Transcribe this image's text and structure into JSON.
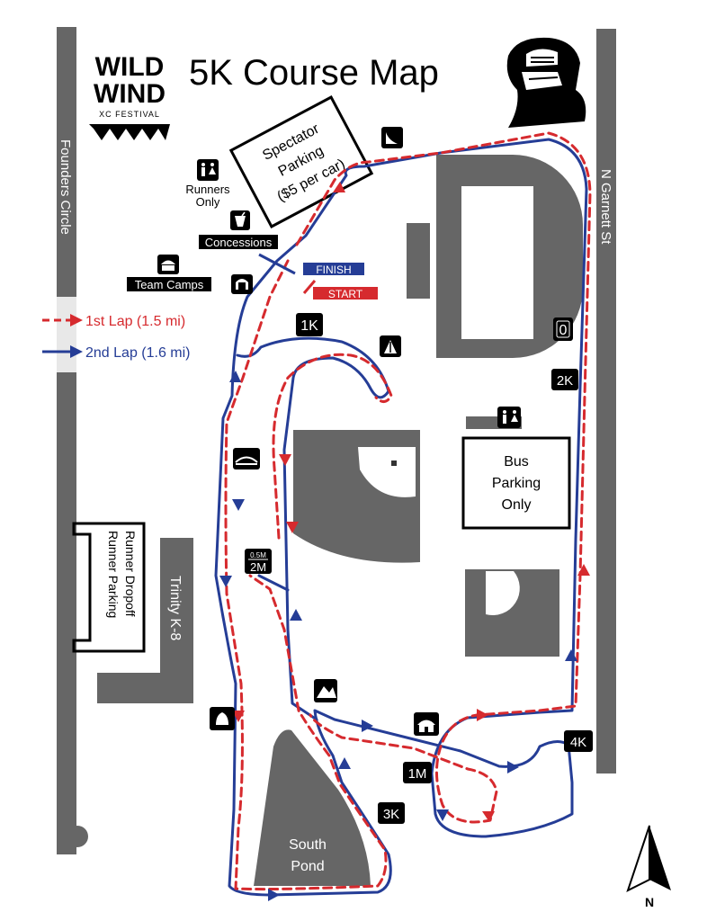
{
  "header": {
    "logo_line1": "WILD",
    "logo_line2": "WIND",
    "logo_sub": "XC FESTIVAL",
    "title": "5K Course Map"
  },
  "streets": {
    "left": "Founders Circle",
    "right": "N Garnett St"
  },
  "places": {
    "spectator_parking": [
      "Spectator",
      "Parking",
      "($5 per car)"
    ],
    "runners_only": [
      "Runners",
      "Only"
    ],
    "concessions": "Concessions",
    "team_camps": "Team Camps",
    "runner_dropoff": [
      "Runner Dropoff",
      "Runner Parking"
    ],
    "school": "Trinity K-8",
    "bus_parking": [
      "Bus",
      "Parking",
      "Only"
    ],
    "pond": [
      "South",
      "Pond"
    ],
    "north": "N"
  },
  "legend": {
    "lap1": "1st Lap (1.5 mi)",
    "lap2": "2nd Lap (1.6 mi)",
    "lap1_color": "#d62a2e",
    "lap2_color": "#253d96"
  },
  "line_labels": {
    "finish": "FINISH",
    "start": "START"
  },
  "markers": {
    "m0": "0",
    "m1k": "1K",
    "m2k": "2K",
    "m3k": "3K",
    "m4k": "4K",
    "m1m": "1M",
    "m2m": "2M",
    "m05m": "0.5M"
  },
  "icons": [
    "restroom-icon",
    "drink-icon",
    "tent-icon",
    "trash-icon",
    "water-station-icon",
    "bridge-icon",
    "hill-icon",
    "cone-icon",
    "knight-mascot-icon",
    "north-arrow-icon"
  ]
}
